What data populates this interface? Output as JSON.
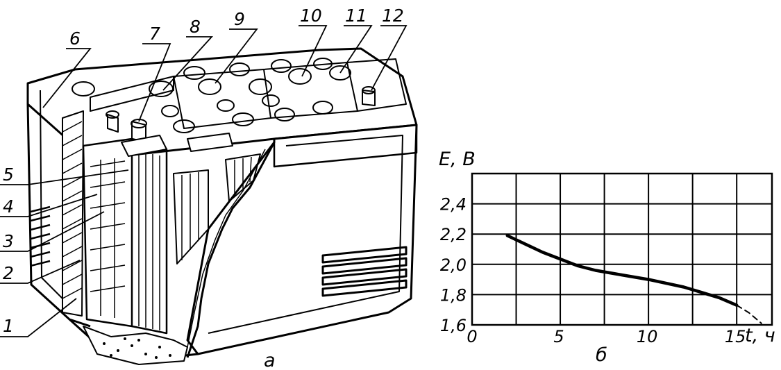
{
  "callouts": [
    "1",
    "2",
    "3",
    "4",
    "5",
    "6",
    "7",
    "8",
    "9",
    "10",
    "11",
    "12"
  ],
  "captions": {
    "left": "а",
    "right": "б"
  },
  "colors": {
    "ink": "#000000",
    "paper": "#ffffff"
  },
  "chart_data": {
    "type": "line",
    "title": "",
    "xlabel": "t, ч",
    "ylabel": "E, B",
    "xlim": [
      0,
      17
    ],
    "ylim": [
      1.6,
      2.6
    ],
    "x_ticks": [
      "0",
      "5",
      "10",
      "15"
    ],
    "y_ticks": [
      "1,6",
      "1,8",
      "2,0",
      "2,2",
      "2,4"
    ],
    "grid": true,
    "series": [
      {
        "style": "solid",
        "x": [
          2.0,
          4.0,
          6.0,
          7.0,
          8.5,
          10.0,
          12.0,
          14.0,
          15.0
        ],
        "y": [
          2.19,
          2.08,
          1.99,
          1.96,
          1.93,
          1.9,
          1.85,
          1.78,
          1.73
        ]
      },
      {
        "style": "dashed",
        "x": [
          15.0,
          15.7,
          16.4
        ],
        "y": [
          1.73,
          1.68,
          1.61
        ]
      }
    ]
  }
}
